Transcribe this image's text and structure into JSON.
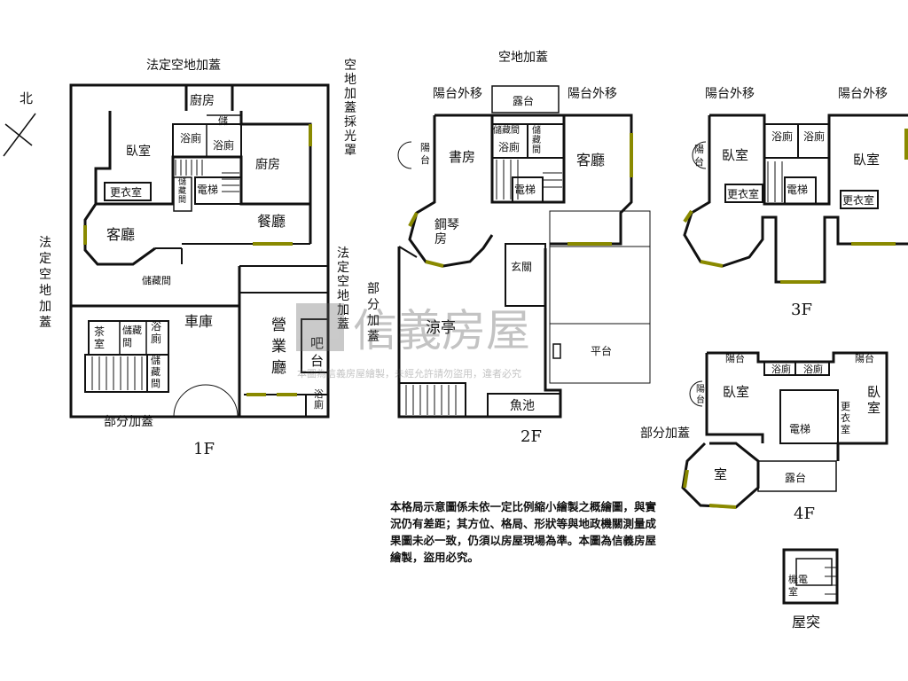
{
  "compass": {
    "label": "北"
  },
  "floor1": {
    "title": "1F",
    "annotations": {
      "legal_top": "法定空地加蓋",
      "skylight": [
        "空",
        "地",
        "加",
        "蓋",
        "採",
        "光",
        "罩"
      ],
      "legal_left": [
        "法",
        "定",
        "空",
        "地",
        "加",
        "蓋"
      ],
      "legal_right": [
        "法",
        "定",
        "空",
        "地",
        "加",
        "蓋"
      ],
      "partial_right": [
        "部",
        "分",
        "加",
        "蓋"
      ],
      "partial_bottom": "部分加蓋"
    },
    "rooms": {
      "kitchen_small": "廚房",
      "storage_small": "儲",
      "bath_a": "浴廁",
      "bath_b": "浴廁",
      "bedroom": "臥室",
      "kitchen": "廚房",
      "closet": "更衣室",
      "storage_stair": [
        "儲",
        "藏",
        "間"
      ],
      "elevator": "電梯",
      "living": "客廳",
      "dining": "餐廳",
      "storage_entry": "儲藏間",
      "tea_room": [
        "茶",
        "室"
      ],
      "storage_b": [
        "儲藏",
        "間"
      ],
      "bath_c": [
        "浴",
        "廁"
      ],
      "storage_c": [
        "儲",
        "藏",
        "間"
      ],
      "garage": "車庫",
      "business": [
        "營",
        "業",
        "廳"
      ],
      "bar": [
        "吧",
        "台"
      ],
      "bath_d": [
        "浴",
        "廁"
      ]
    }
  },
  "floor2": {
    "title": "2F",
    "annotations": {
      "top": "空地加蓋",
      "balcony_left": "陽台外移",
      "balcony_right": "陽台外移"
    },
    "rooms": {
      "terrace": "露台",
      "balcony_side": [
        "陽",
        "台"
      ],
      "study": "書房",
      "storage": "儲藏間",
      "storage_b": [
        "儲",
        "藏",
        "間"
      ],
      "bath": "浴廁",
      "living": "客廳",
      "elevator": "電梯",
      "piano": [
        "鋼琴",
        "房"
      ],
      "foyer": "玄關",
      "pavilion": "涼亭",
      "platform": "平台",
      "fishpond": "魚池"
    }
  },
  "floor3": {
    "title": "3F",
    "annotations": {
      "balcony_left": "陽台外移",
      "balcony_right": "陽台外移"
    },
    "rooms": {
      "balcony_side": [
        "陽",
        "台"
      ],
      "bedroom_left": "臥室",
      "bath_a": "浴廁",
      "bath_b": "浴廁",
      "bedroom_right": "臥室",
      "closet_left": "更衣室",
      "elevator": "電梯",
      "closet_right": "更衣室"
    }
  },
  "floor4": {
    "title": "4F",
    "annotations": {
      "partial": "部分加蓋"
    },
    "rooms": {
      "balcony_a": "陽台",
      "balcony_b": "陽台",
      "balcony_side": [
        "陽",
        "台"
      ],
      "bedroom_left": "臥室",
      "bath_a": "浴廁",
      "bath_b": "浴廁",
      "bedroom_right": [
        "臥",
        "室"
      ],
      "closet": [
        "更",
        "衣",
        "室"
      ],
      "elevator": "電梯",
      "room": "室",
      "terrace": "露台"
    }
  },
  "roof": {
    "title": "屋突",
    "rooms": {
      "machine_room": [
        "機電",
        "室"
      ]
    }
  },
  "watermark": {
    "brand": "信義房屋",
    "caption": "本圖為信義房屋繪製，未經允許請勿盜用，違者必究"
  },
  "note": "本格局示意圖係未依一定比例縮小繪製之概繪圖，與實況仍有差距；其方位、格局、形狀等與地政機關測量成果圖未必一致，仍須以房屋現場為準。本圖為信義房屋繪製，盜用必究。"
}
